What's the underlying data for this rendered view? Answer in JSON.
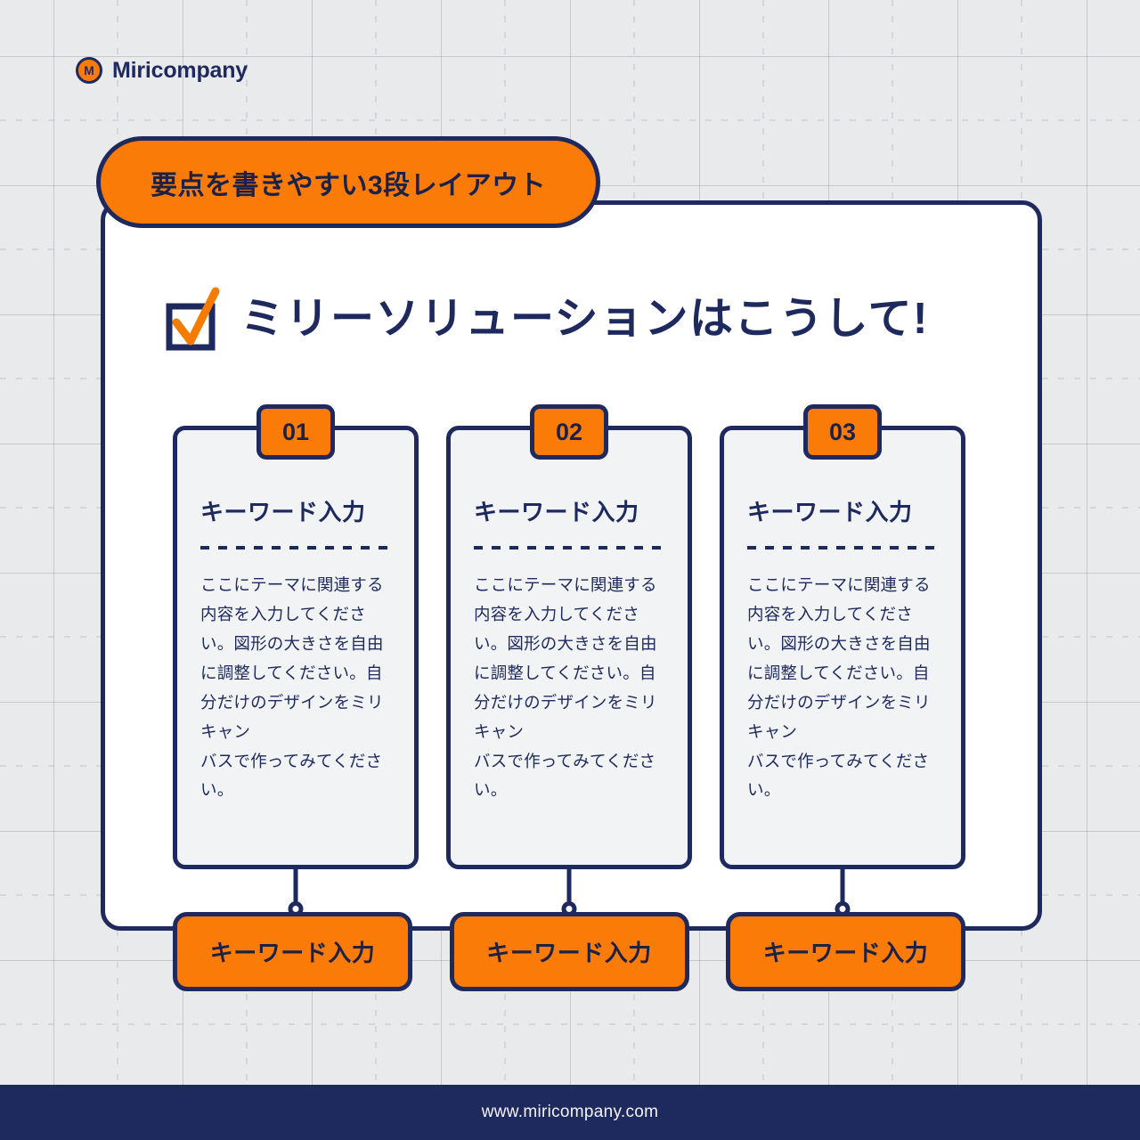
{
  "brand": {
    "logo_mark_letter": "M",
    "logo_icon": "circle-m-logo",
    "name": "Miricompany"
  },
  "colors": {
    "orange": "#fa7b07",
    "navy": "#1e2a5e",
    "panel_white": "#ffffff",
    "card_bg": "#f2f3f5",
    "page_bg": "#e8e9eb"
  },
  "header": {
    "badge_label": "要点を書きやすい3段レイアウト"
  },
  "heading": {
    "icon": "checkbox-checked-icon",
    "text": "ミリーソリューションはこうして!"
  },
  "cards": [
    {
      "number": "01",
      "title": "キーワード入力",
      "body": "ここにテーマに関連する内容を入力してください。図形の大きさを自由に調整してください。自分だけのデザインをミリキャン\nバスで作ってみてください。",
      "footer_label": "キーワード入力"
    },
    {
      "number": "02",
      "title": "キーワード入力",
      "body": "ここにテーマに関連する内容を入力してください。図形の大きさを自由に調整してください。自分だけのデザインをミリキャン\nバスで作ってみてください。",
      "footer_label": "キーワード入力"
    },
    {
      "number": "03",
      "title": "キーワード入力",
      "body": "ここにテーマに関連する内容を入力してください。図形の大きさを自由に調整してください。自分だけのデザインをミリキャン\nバスで作ってみてください。",
      "footer_label": "キーワード入力"
    }
  ],
  "footer": {
    "url": "www.miricompany.com"
  }
}
